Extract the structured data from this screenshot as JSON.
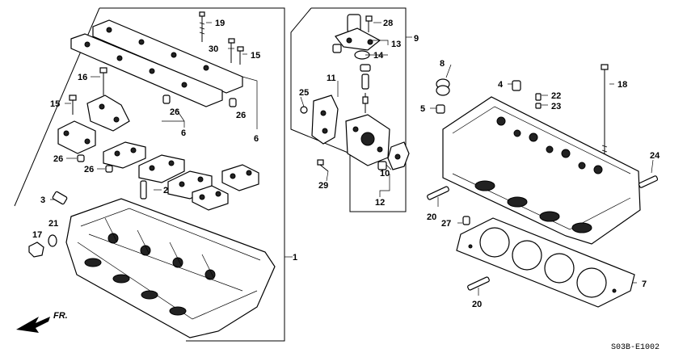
{
  "diagram": {
    "code": "S03B-E1002",
    "direction_label": "FR.",
    "callouts": {
      "c1": "1",
      "c2": "2",
      "c3": "3",
      "c4": "4",
      "c5": "5",
      "c6a": "6",
      "c6b": "6",
      "c7": "7",
      "c8": "8",
      "c9": "9",
      "c10": "10",
      "c11": "11",
      "c12": "12",
      "c13": "13",
      "c14": "14",
      "c15a": "15",
      "c15b": "15",
      "c16": "16",
      "c17": "17",
      "c18": "18",
      "c19": "19",
      "c20a": "20",
      "c20b": "20",
      "c21": "21",
      "c22": "22",
      "c23": "23",
      "c24": "24",
      "c25": "25",
      "c26a": "26",
      "c26b": "26",
      "c26c": "26",
      "c26d": "26",
      "c27": "27",
      "c28": "28",
      "c29": "29",
      "c30": "30"
    }
  }
}
